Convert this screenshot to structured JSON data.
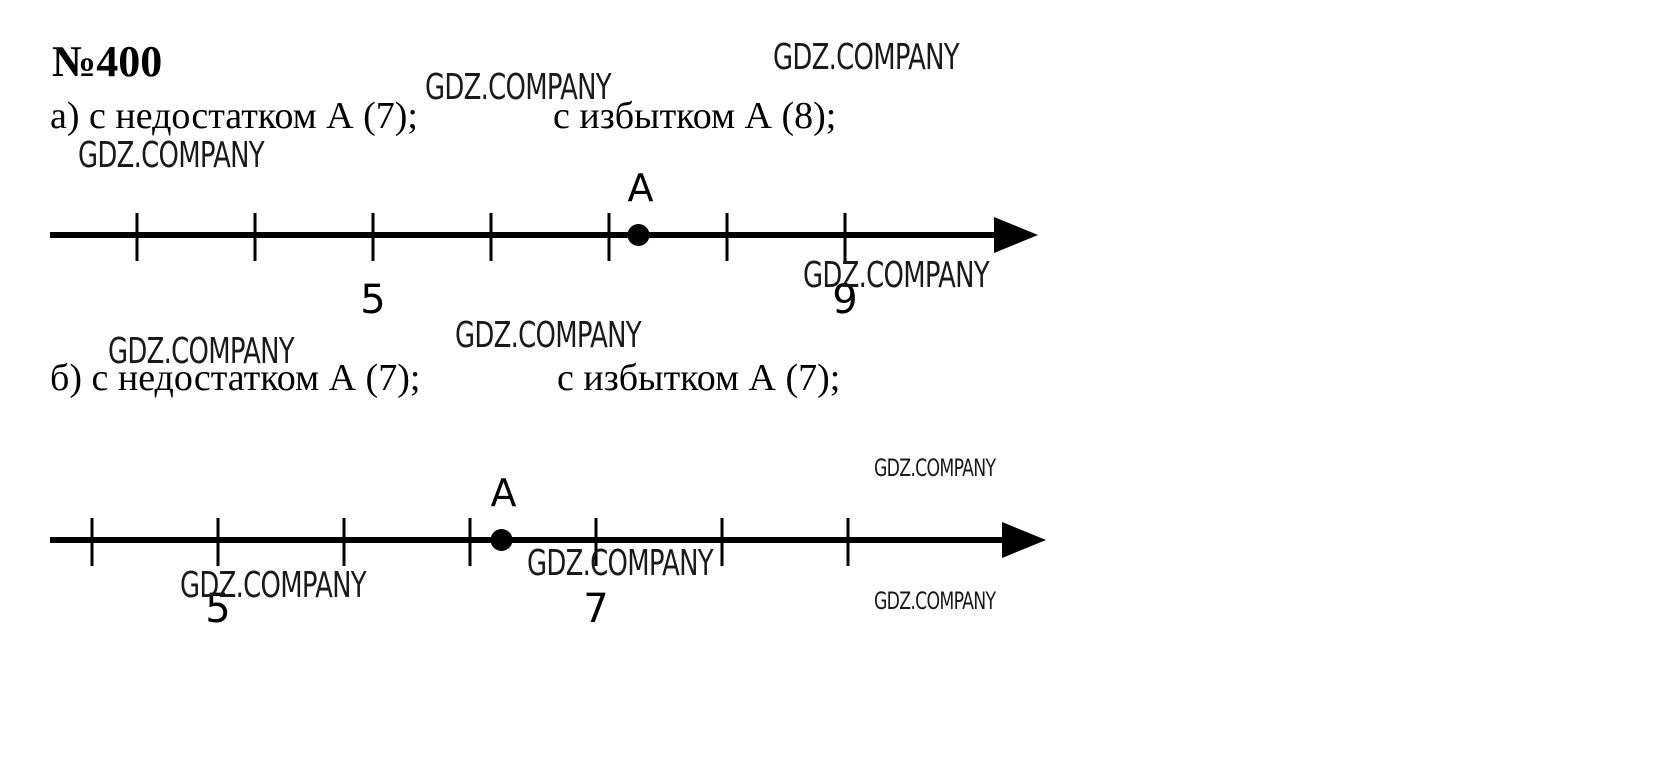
{
  "problem": {
    "title": "№400",
    "part_a": {
      "left_text": "а) с недостатком А (7);",
      "right_text": "с избытком А (8);"
    },
    "part_b": {
      "left_text": "б) с недостатком А (7);",
      "right_text": "с избытком А (7);"
    }
  },
  "number_lines": {
    "a": {
      "point_label": "A",
      "point_value": 7.25,
      "ticks": [
        3,
        4,
        5,
        6,
        7,
        8,
        9
      ],
      "tick_labels": [
        {
          "value": 5,
          "text": "5"
        },
        {
          "value": 9,
          "text": "9"
        }
      ]
    },
    "b": {
      "point_label": "A",
      "point_value": 6.25,
      "ticks": [
        3,
        4,
        5,
        6,
        7,
        8,
        9
      ],
      "tick_labels": [
        {
          "value": 4,
          "text": "5"
        },
        {
          "value": 7,
          "text": "7"
        }
      ]
    }
  },
  "watermark": "GDZ.COMPANY"
}
